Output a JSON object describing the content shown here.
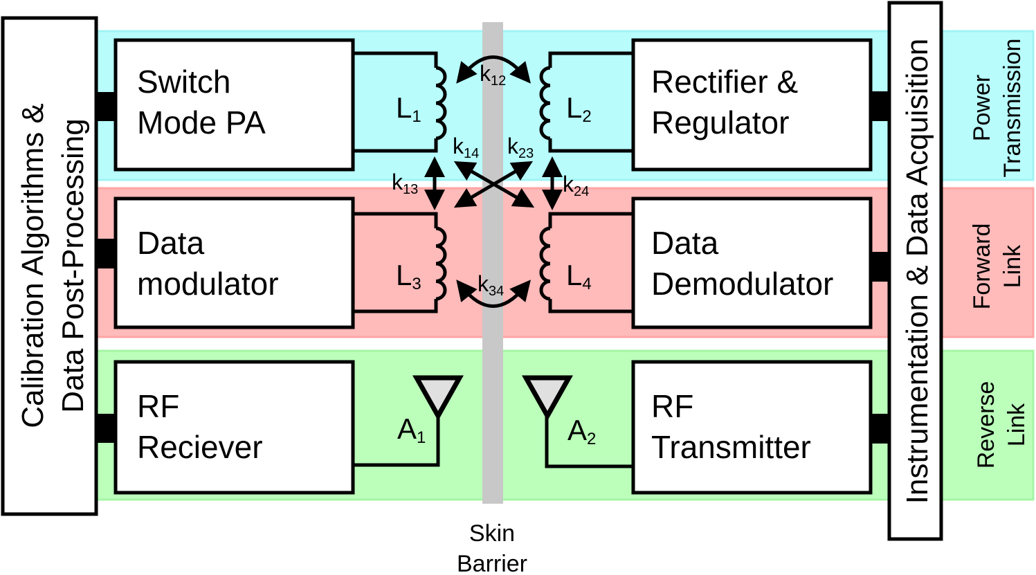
{
  "diagram": {
    "left_panel": {
      "line1": "Calibration Algorithms &",
      "line2": "Data Post-Processing"
    },
    "right_panel": {
      "label": "Instrumentation & Data Acquisition"
    },
    "skin_barrier": {
      "line1": "Skin",
      "line2": "Barrier",
      "color": "#c8c8c8"
    },
    "bands": [
      {
        "id": "power",
        "line1": "Power",
        "line2": "Transmission",
        "color": "#b8fcfc",
        "edge": "#a0f4f4"
      },
      {
        "id": "forward",
        "line1": "Forward",
        "line2": "Link",
        "color": "#ffbaba",
        "edge": "#ffa4a4"
      },
      {
        "id": "reverse",
        "line1": "Reverse",
        "line2": "Link",
        "color": "#bbffbb",
        "edge": "#a4f5a4"
      }
    ],
    "blocks_left": [
      {
        "line1": "Switch",
        "line2": "Mode PA"
      },
      {
        "line1": "Data",
        "line2": "modulator"
      },
      {
        "line1": "RF",
        "line2": "Reciever"
      }
    ],
    "blocks_right": [
      {
        "line1": "Rectifier &",
        "line2": "Regulator"
      },
      {
        "line1": "Data",
        "line2": "Demodulator"
      },
      {
        "line1": "RF",
        "line2": "Transmitter"
      }
    ],
    "inductors": [
      {
        "symbol": "L",
        "sub": "1"
      },
      {
        "symbol": "L",
        "sub": "2"
      },
      {
        "symbol": "L",
        "sub": "3"
      },
      {
        "symbol": "L",
        "sub": "4"
      }
    ],
    "antennas": [
      {
        "symbol": "A",
        "sub": "1",
        "fill": "#e0e0e0"
      },
      {
        "symbol": "A",
        "sub": "2",
        "fill": "#e0e0e0"
      }
    ],
    "couplings": [
      {
        "symbol": "k",
        "sub": "12"
      },
      {
        "symbol": "k",
        "sub": "14"
      },
      {
        "symbol": "k",
        "sub": "23"
      },
      {
        "symbol": "k",
        "sub": "13"
      },
      {
        "symbol": "k",
        "sub": "24"
      },
      {
        "symbol": "k",
        "sub": "34"
      }
    ]
  }
}
